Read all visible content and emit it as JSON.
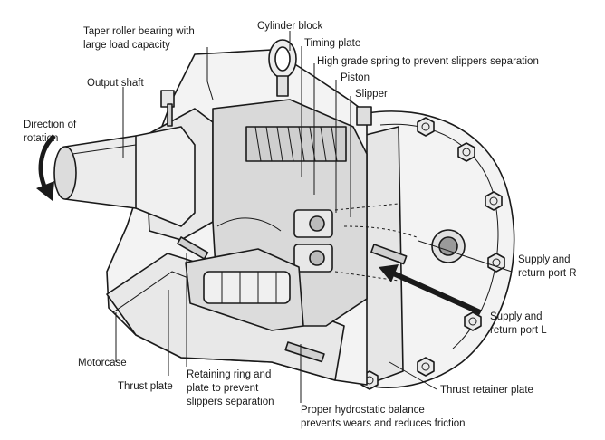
{
  "labels": {
    "taper_bearing_1": "Taper roller bearing with",
    "taper_bearing_2": "large load capacity",
    "cylinder_block": "Cylinder block",
    "timing_plate": "Timing plate",
    "spring": "High grade spring to prevent slippers separation",
    "piston": "Piston",
    "slipper": "Slipper",
    "output_shaft": "Output shaft",
    "direction_1": "Direction of",
    "direction_2": "rotation",
    "port_r_1": "Supply and",
    "port_r_2": "return port R",
    "port_l_1": "Supply and",
    "port_l_2": "return port L",
    "motorcase": "Motorcase",
    "thrust_plate": "Thrust plate",
    "retaining_1": "Retaining ring and",
    "retaining_2": "plate to prevent",
    "retaining_3": "slippers separation",
    "hydrostatic_1": "Proper hydrostatic balance",
    "hydrostatic_2": "prevents wears and reduces friction",
    "thrust_retainer": "Thrust retainer plate"
  },
  "colors": {
    "line": "#1a1a1a",
    "body": "#f3f3f3",
    "shade": "#d9d9d9",
    "dark": "#9a9a9a"
  }
}
